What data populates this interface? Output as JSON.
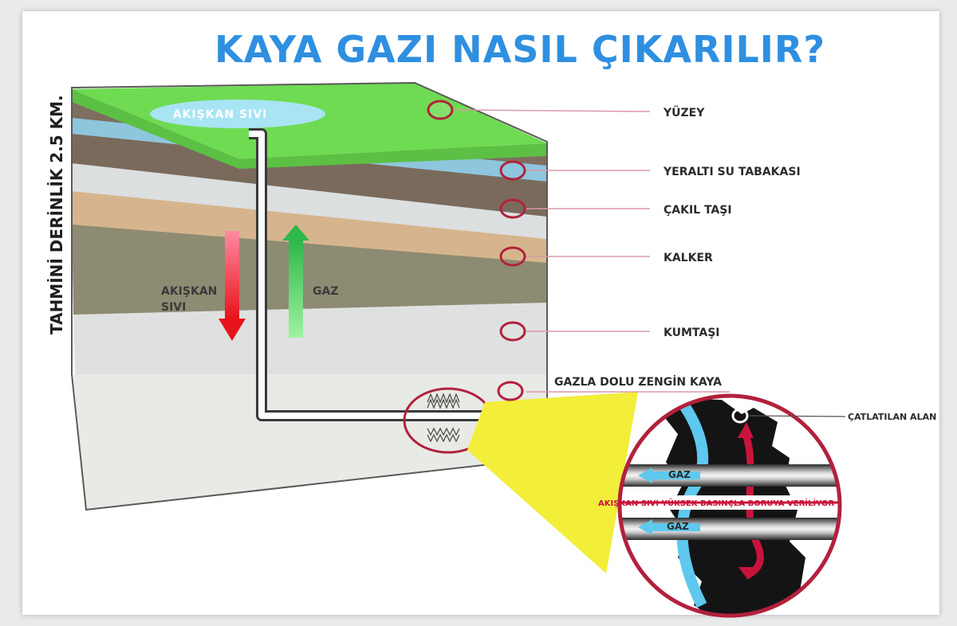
{
  "title": "KAYA GAZI NASIL ÇIKARILIR?",
  "depth_label": "TAHMİNİ DERİNLİK 2.5 KM.",
  "surface_pond_label": "AKIŞKAN SIVI",
  "down_arrow_label_line1": "AKIŞKAN",
  "down_arrow_label_line2": "SIVI",
  "up_arrow_label": "GAZ",
  "layers": [
    {
      "label": "YÜZEY",
      "color": "#6fdb52"
    },
    {
      "label": "YERALTI SU TABAKASI",
      "color": "#8ec6dd"
    },
    {
      "label": "ÇAKIL TAŞI",
      "color": "#7a6a5c"
    },
    {
      "label": "KALKER",
      "color": "#d7b48c"
    },
    {
      "label": "KUMTAŞI",
      "color": "#d9dcdc"
    },
    {
      "label": "GAZLA DOLU ZENGİN KAYA",
      "color": "#e2e4e0"
    }
  ],
  "zoom": {
    "fracture_label": "ÇATLATILAN ALAN",
    "pipe_label": "AKIŞKAN SIVI  YÜKSEK BASINÇLA BORUYA VERİLİYOR",
    "gas_label_top": "GAZ",
    "gas_label_bottom": "GAZ"
  },
  "colors": {
    "title": "#2f8fe0",
    "marker": "#b2213c",
    "leader": "#d99aa7",
    "zoom_fill": "#f2ee3a",
    "pipe_arrow": "#c8143c",
    "gas_arrow": "#5ec8ee"
  }
}
